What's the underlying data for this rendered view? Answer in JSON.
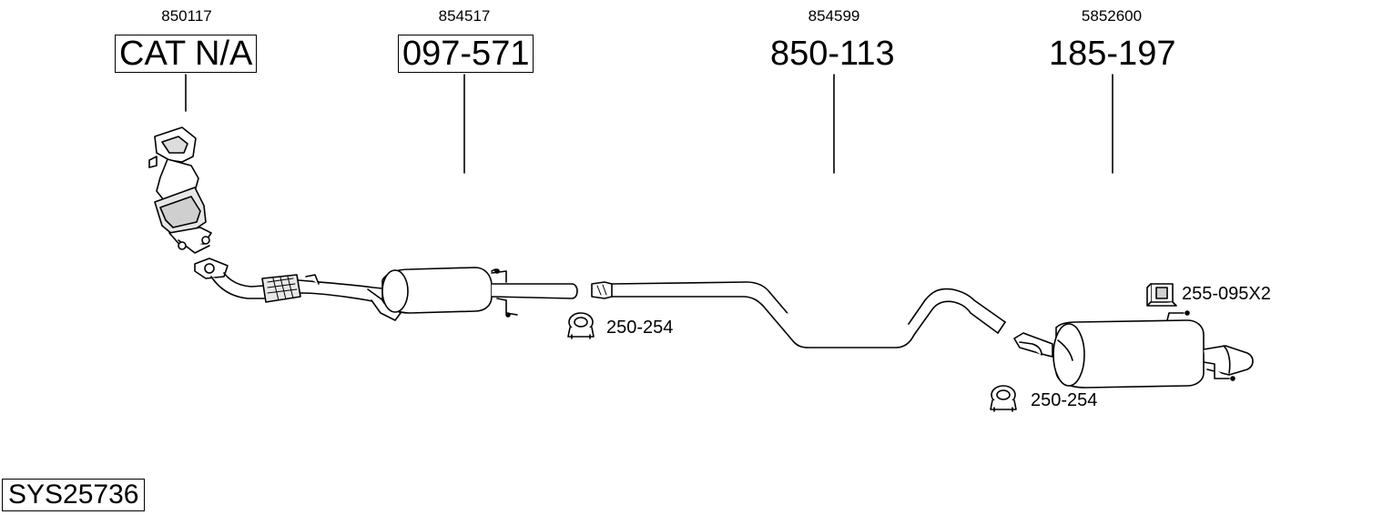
{
  "parts": [
    {
      "ref": "850117",
      "number": "CAT N/A",
      "boxed": true
    },
    {
      "ref": "854517",
      "number": "097-571",
      "boxed": true
    },
    {
      "ref": "854599",
      "number": "850-113",
      "boxed": false
    },
    {
      "ref": "5852600",
      "number": "185-197",
      "boxed": false
    }
  ],
  "accessories": {
    "clamp_1": "250-254",
    "clamp_2": "250-254",
    "rubber_mount": "255-095X2"
  },
  "system_code": "SYS25736"
}
